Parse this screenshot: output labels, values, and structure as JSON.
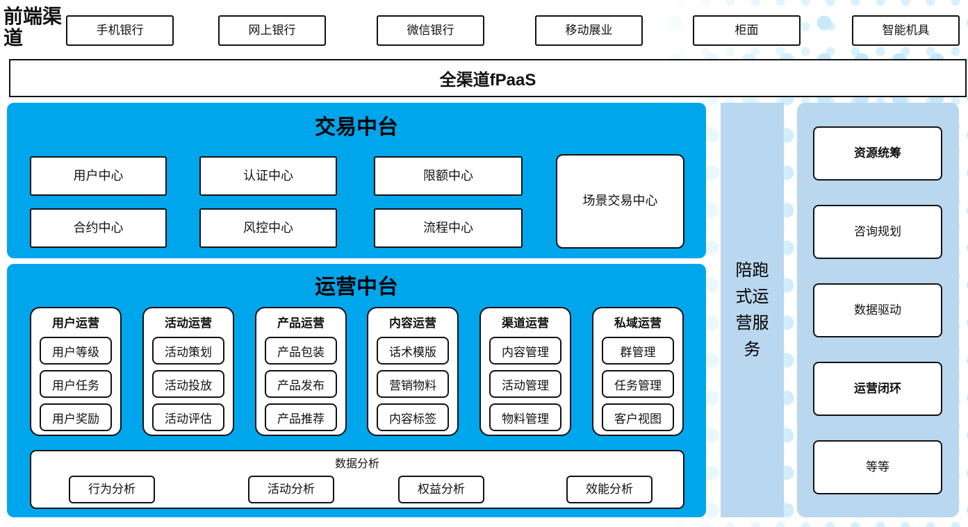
{
  "page": {
    "accent_blue": "#00A6EC",
    "light_blue": "#B9D7EE",
    "dot_color": "#C2E7F8",
    "border_color": "#111111"
  },
  "front_channels": {
    "label": "前端渠道",
    "items": [
      "手机银行",
      "网上银行",
      "微信银行",
      "移动展业",
      "柜面",
      "智能机具"
    ]
  },
  "fpaas_bar": {
    "label": "全渠道fPaaS"
  },
  "transaction_platform": {
    "title": "交易中台",
    "boxes_row1": [
      "用户中心",
      "认证中心",
      "限额中心"
    ],
    "boxes_row2": [
      "合约中心",
      "风控中心",
      "流程中心"
    ],
    "large_box": "场景交易中心"
  },
  "operations_platform": {
    "title": "运营中台",
    "columns": [
      {
        "title": "用户运营",
        "items": [
          "用户等级",
          "用户任务",
          "用户奖励"
        ]
      },
      {
        "title": "活动运营",
        "items": [
          "活动策划",
          "活动投放",
          "活动评估"
        ]
      },
      {
        "title": "产品运营",
        "items": [
          "产品包装",
          "产品发布",
          "产品推荐"
        ]
      },
      {
        "title": "内容运营",
        "items": [
          "话术模版",
          "营销物料",
          "内容标签"
        ]
      },
      {
        "title": "渠道运营",
        "items": [
          "内容管理",
          "活动管理",
          "物料管理"
        ]
      },
      {
        "title": "私域运营",
        "items": [
          "群管理",
          "任务管理",
          "客户视图"
        ]
      }
    ],
    "data_analysis": {
      "title": "数据分析",
      "items": [
        "行为分析",
        "活动分析",
        "权益分析",
        "效能分析"
      ]
    }
  },
  "side_service": {
    "label": "陪跑式运营服务"
  },
  "right_panel": {
    "items": [
      {
        "label": "资源统筹"
      },
      {
        "label": "咨询规划"
      },
      {
        "label": "数据驱动"
      },
      {
        "label": "运营闭环"
      },
      {
        "label": "等等"
      }
    ]
  }
}
